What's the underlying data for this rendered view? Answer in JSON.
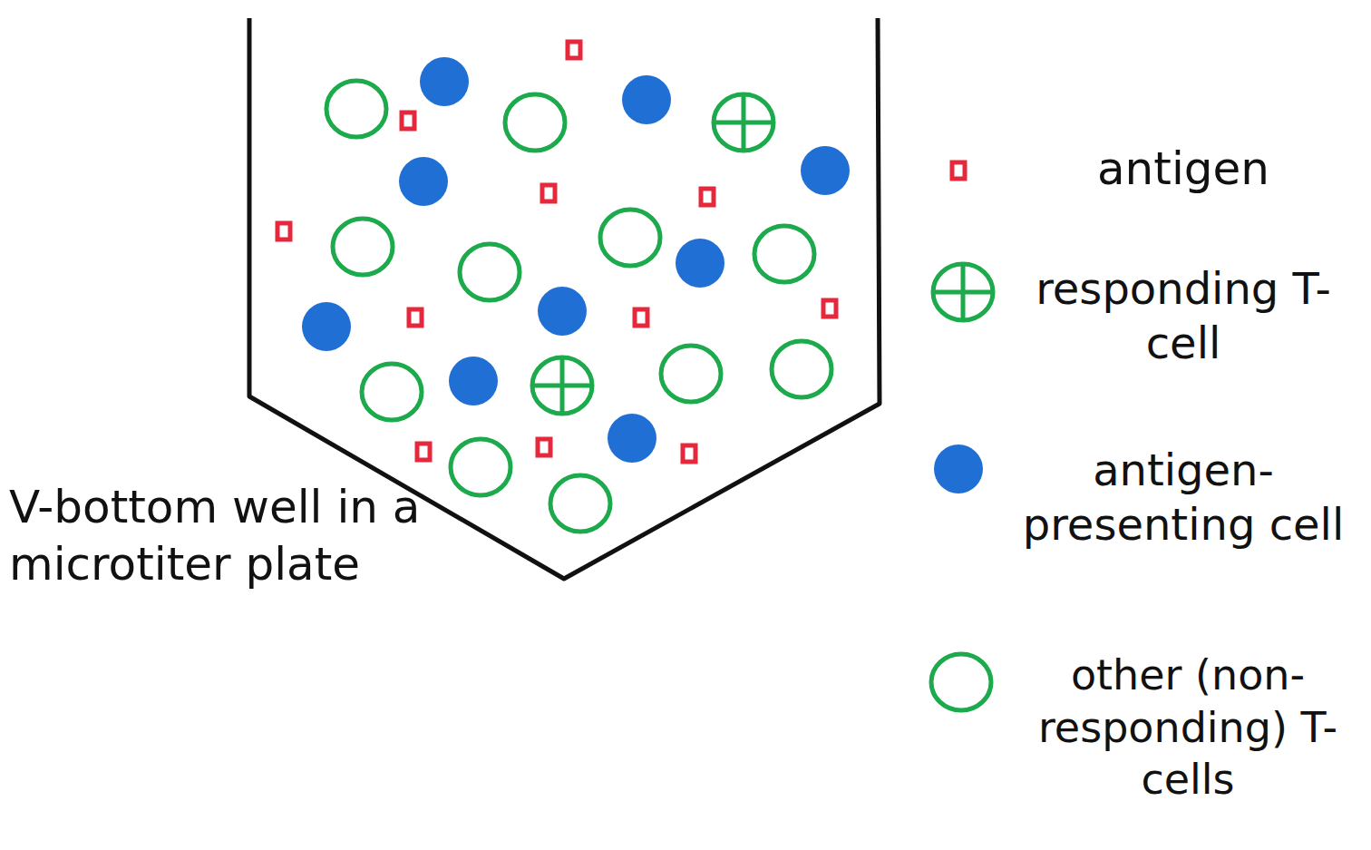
{
  "diagram": {
    "labels": [
      "V-bottom well in a microtiter plate"
    ],
    "legend": [
      {
        "text": "antigen",
        "color": "#e5283c"
      },
      {
        "text": "responding T-cell",
        "color": "#1daa4c"
      },
      {
        "text": "antigen-presenting cell",
        "color": "#1f6fd4"
      },
      {
        "text": "other (non-responding) T-cells",
        "color": "#1daa4c"
      }
    ]
  }
}
